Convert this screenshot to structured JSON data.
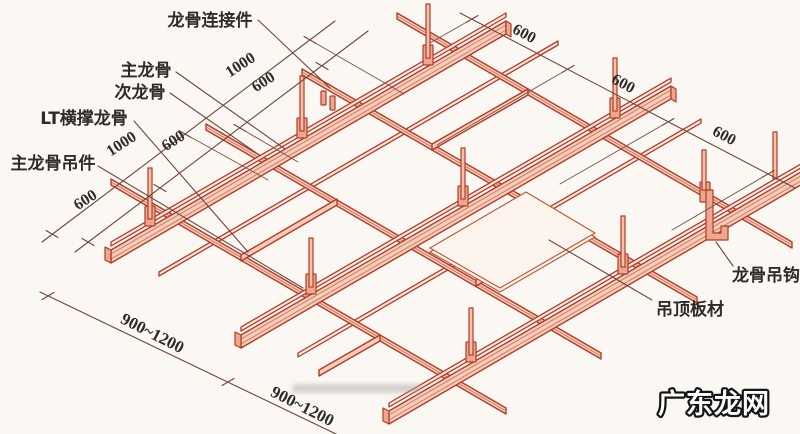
{
  "diagram": {
    "component_labels": {
      "connector": "龙骨连接件",
      "main_keel": "主龙骨",
      "secondary_keel": "次龙骨",
      "lt_brace_keel": "LT横撑龙骨",
      "main_keel_hanger": "主龙骨吊件",
      "keel_hook": "龙骨吊钩",
      "ceiling_panel": "吊顶板材"
    },
    "dims_left": [
      "1000",
      "600",
      "1000",
      "600",
      "600"
    ],
    "dims_right": [
      "600",
      "600",
      "600"
    ],
    "dims_bottom": [
      "900~1200",
      "900~1200"
    ],
    "watermark": "广东龙网",
    "colors": {
      "structure_red": "#b43a28",
      "structure_fill": "#f6cdbb",
      "dimension_line": "#6e463c",
      "label_text": "#2f2b28",
      "watermark_fill": "#ffffff",
      "watermark_outline": "#161616",
      "background": "#fbf7f3"
    }
  }
}
